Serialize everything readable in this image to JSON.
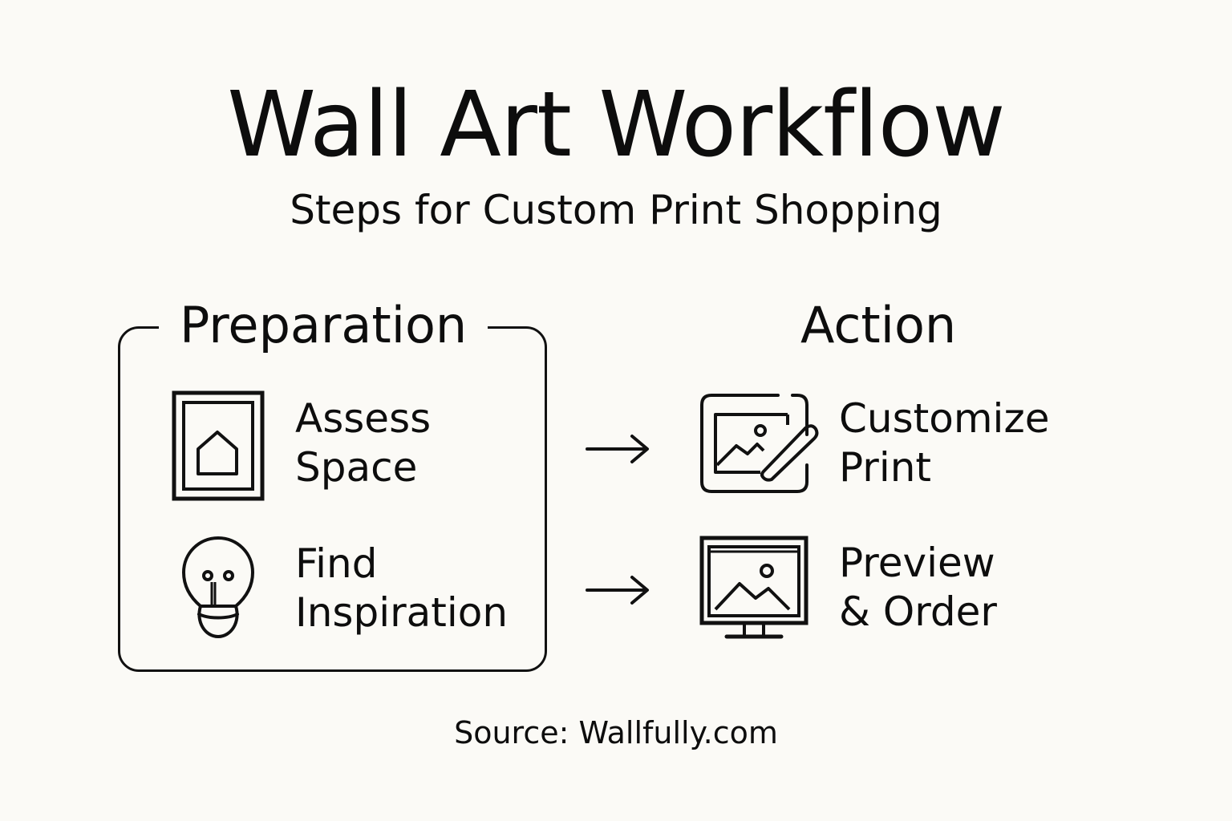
{
  "title": "Wall Art Workflow",
  "subtitle": "Steps for Custom Print Shopping",
  "groups": [
    {
      "title": "Preparation",
      "steps": [
        {
          "line1": "Assess",
          "line2": "Space",
          "icon": "framed-house-icon"
        },
        {
          "line1": "Find",
          "line2": "Inspiration",
          "icon": "lightbulb-icon"
        }
      ]
    },
    {
      "title": "Action",
      "steps": [
        {
          "line1": "Customize",
          "line2": "Print",
          "icon": "image-edit-icon"
        },
        {
          "line1": "Preview",
          "line2": "& Order",
          "icon": "monitor-image-icon"
        }
      ]
    }
  ],
  "source": "Source: Wallfully.com",
  "colors": {
    "ink": "#0d0d0d",
    "background": "#fbfaf6"
  }
}
